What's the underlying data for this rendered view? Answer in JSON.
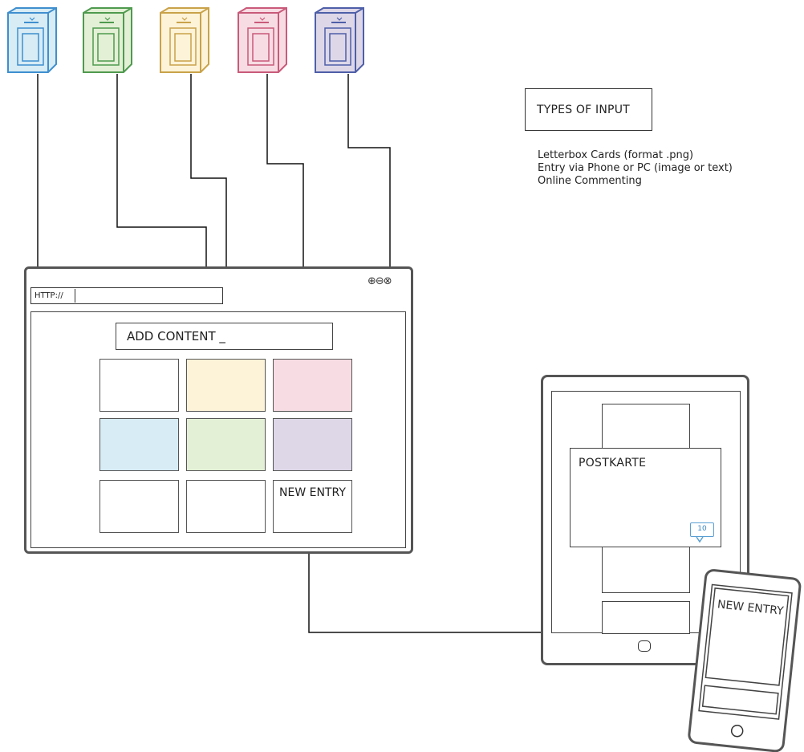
{
  "legend": {
    "title": "TYPES OF INPUT",
    "items": [
      "Letterbox Cards (format .png)",
      "Entry via Phone or PC (image or text)",
      "Online Commenting"
    ]
  },
  "letterboxes": [
    {
      "name": "blue",
      "fill": "#d7ecf5",
      "stroke": "#3f8fcf"
    },
    {
      "name": "green",
      "fill": "#e3f0d6",
      "stroke": "#4f9a4f"
    },
    {
      "name": "yellow",
      "fill": "#fdf3d8",
      "stroke": "#c9a24a"
    },
    {
      "name": "pink",
      "fill": "#f8dce4",
      "stroke": "#c95a7a"
    },
    {
      "name": "purple",
      "fill": "#ddd7e8",
      "stroke": "#4f5fa8"
    }
  ],
  "browser": {
    "url_label": "HTTP://",
    "window_controls": "⊕⊖⊗",
    "add_content_label": "ADD CONTENT _",
    "tiles": [
      {
        "color": "#ffffff",
        "label": ""
      },
      {
        "color": "#fdf3d8",
        "label": ""
      },
      {
        "color": "#f8dce4",
        "label": ""
      },
      {
        "color": "#d7ecf5",
        "label": ""
      },
      {
        "color": "#e3f0d6",
        "label": ""
      },
      {
        "color": "#ddd7e8",
        "label": ""
      },
      {
        "color": "#ffffff",
        "label": ""
      },
      {
        "color": "#ffffff",
        "label": ""
      },
      {
        "color": "#ffffff",
        "label": "NEW ENTRY"
      }
    ]
  },
  "tablet": {
    "card_title": "POSTKARTE",
    "comment_count": "10"
  },
  "phone": {
    "entry_label": "NEW ENTRY"
  },
  "colors": {
    "line": "#111111",
    "comment_badge": "#3a84c4"
  }
}
